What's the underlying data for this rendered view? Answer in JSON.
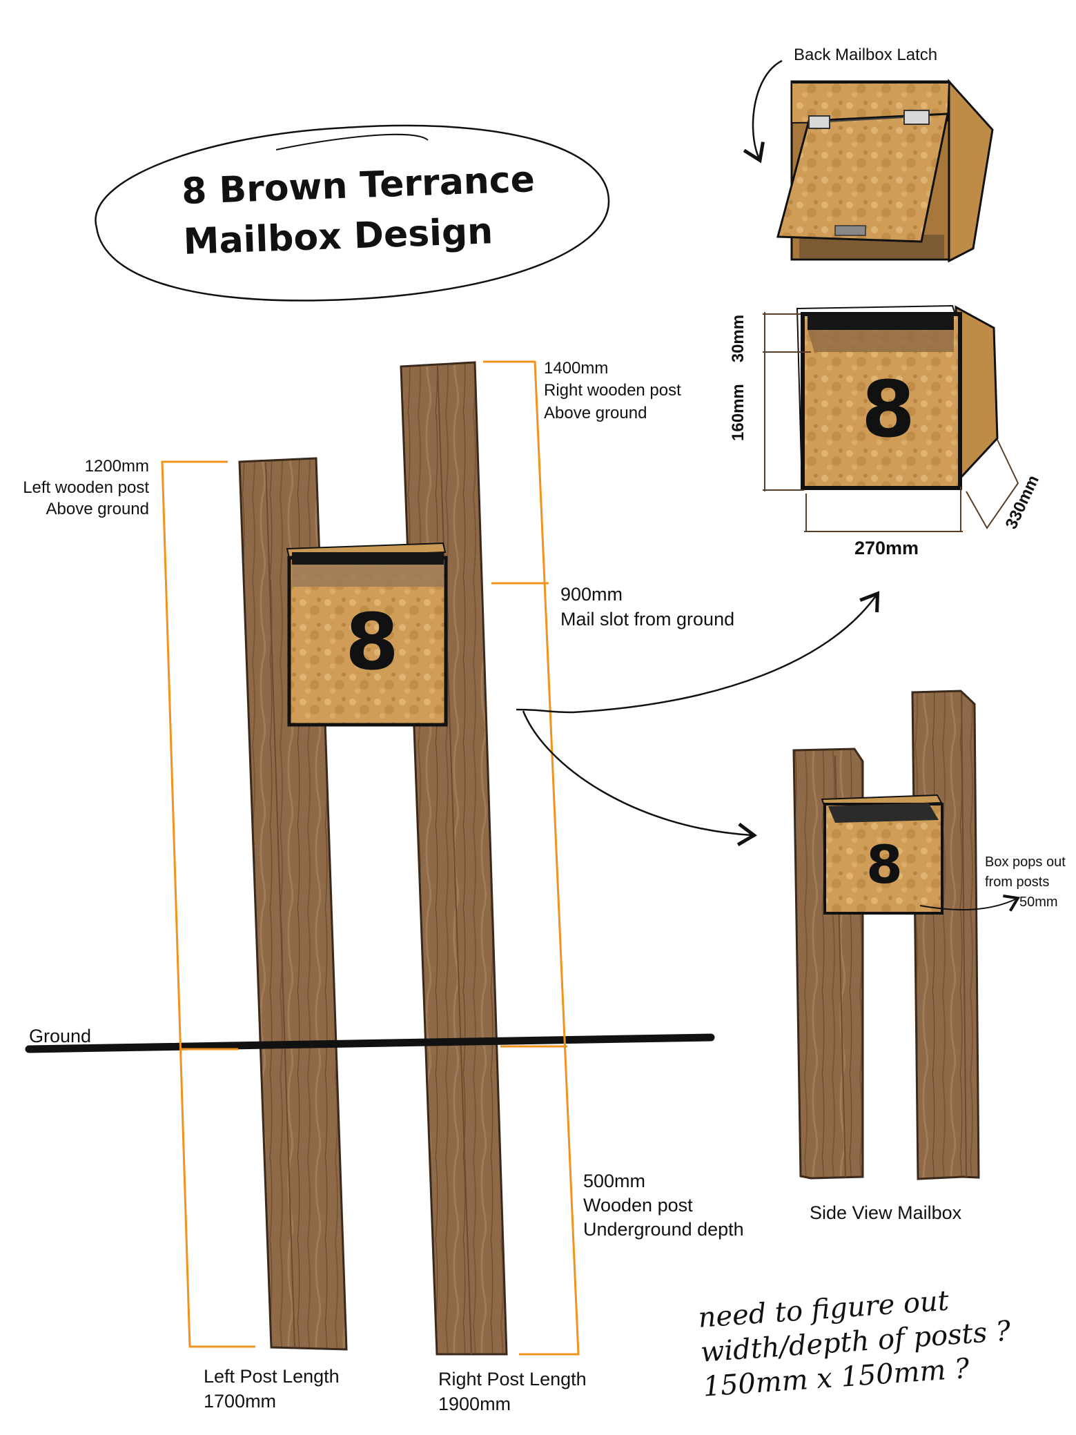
{
  "title": {
    "line1": "8 Brown Terrance",
    "line2": "Mailbox Design"
  },
  "house_number": "8",
  "labels": {
    "back_latch": "Back Mailbox Latch",
    "right_post_above": [
      "1400mm",
      "Right wooden post",
      "Above ground"
    ],
    "left_post_above": [
      "1200mm",
      "Left wooden post",
      "Above ground"
    ],
    "mail_slot": [
      "900mm",
      "Mail slot from ground"
    ],
    "ground": "Ground",
    "underground": [
      "500mm",
      "Wooden post",
      "Underground depth"
    ],
    "left_post_length": [
      "Left Post Length",
      "1700mm"
    ],
    "right_post_length": [
      "Right Post Length",
      "1900mm"
    ],
    "side_view": "Side View Mailbox",
    "box_pops_out": [
      "Box pops out",
      "from posts",
      "50mm"
    ],
    "dim_30": "30mm",
    "dim_160": "160mm",
    "dim_270": "270mm",
    "dim_330": "330mm"
  },
  "note": [
    "need to figure out",
    "width/depth of posts ?",
    "150mm x 150mm ?"
  ],
  "colors": {
    "wood": "#8f6a48",
    "wood_dark": "#6b4c31",
    "box": "#c99a55",
    "dimension": "#f0921e",
    "ink": "#111111"
  }
}
